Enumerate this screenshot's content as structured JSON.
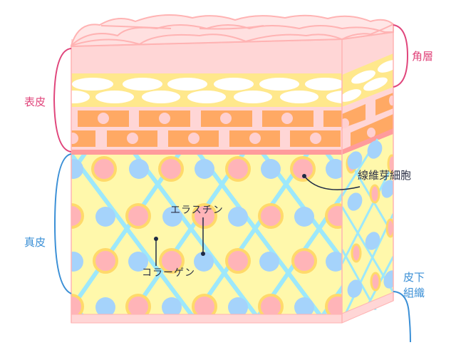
{
  "diagram": {
    "type": "skin-cross-section",
    "colors": {
      "epidermis_label": "#e0457b",
      "dermis_label": "#3a8fd6",
      "annotation_text": "#2a2f45",
      "stratum_corneum": "#ffd6d6",
      "stratum_corneum_edge": "#ffb3b3",
      "granular_band": "#ffe88c",
      "granular_cells": "#ffffff",
      "spinous_bg": "#ffd6d6",
      "bricks": "#ffa964",
      "brick_dots": "#ffd0d0",
      "basal_line": "#ff9c9c",
      "dermis_bg": "#fff8ab",
      "fiber_lines": "#9de8fb",
      "elastin_nodes": "#a5d3fb",
      "fibroblast_fill": "#ffb4b8",
      "fibroblast_ring": "#ffd96a",
      "base_slab": "#ffd6d6"
    },
    "labels": {
      "epidermis": "表皮",
      "stratum_corneum": "角層",
      "dermis": "真皮",
      "subcutaneous_line1": "皮下",
      "subcutaneous_line2": "組織",
      "fibroblast": "線維芽細胞",
      "elastin": "エラスチン",
      "collagen": "コラーゲン"
    }
  }
}
